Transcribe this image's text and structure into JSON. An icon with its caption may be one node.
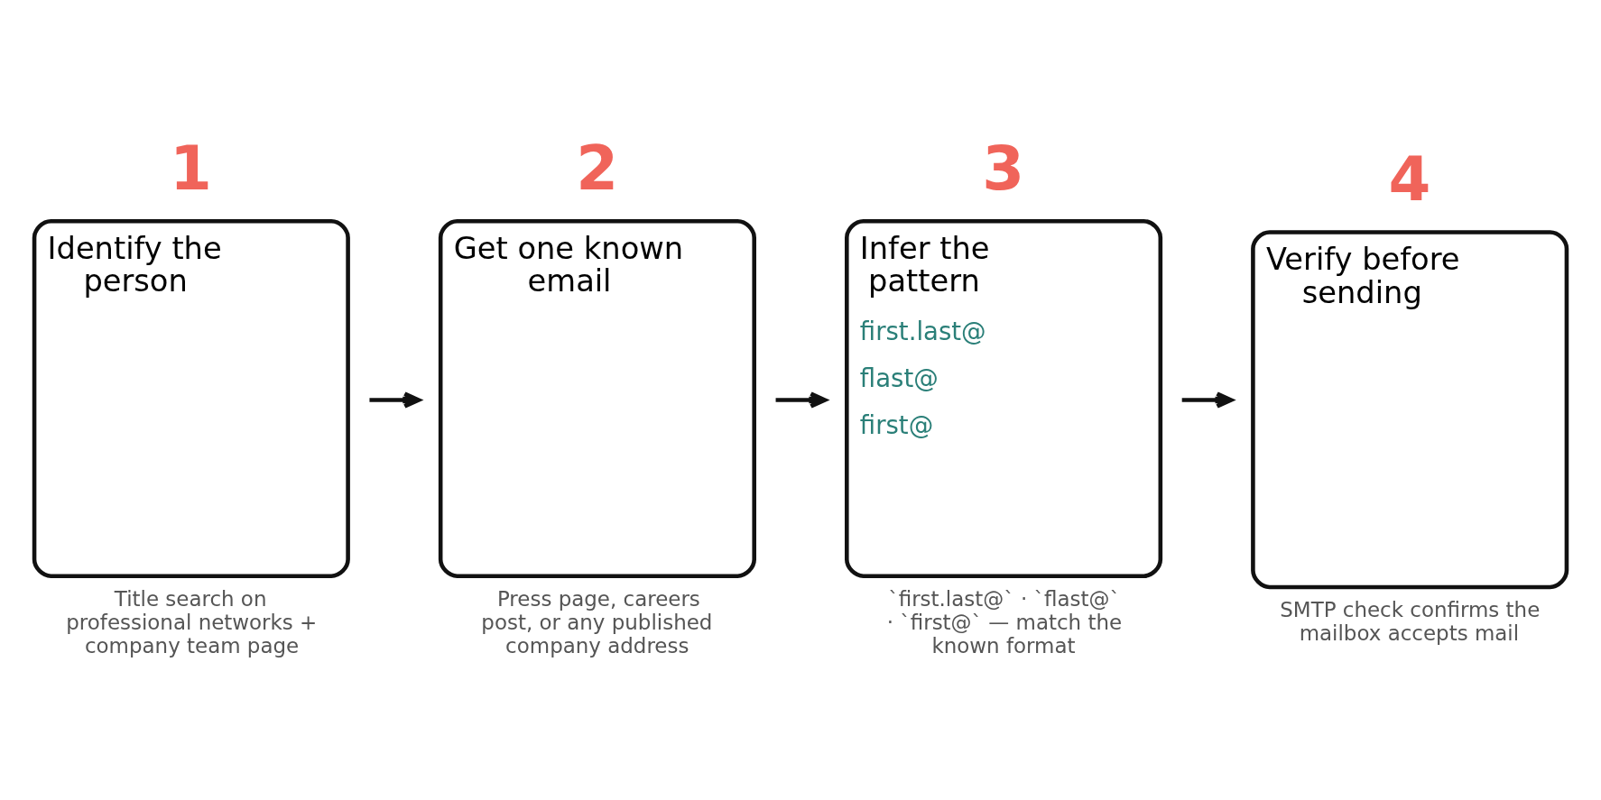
{
  "diagram": {
    "nodes": [
      {
        "text": [
          "Identify the person"
        ],
        "beside": [
          "1",
          "Title search on professional networks + company team page"
        ]
      },
      {
        "text": [
          "Get one known email"
        ],
        "beside": [
          "2",
          "Press page, careers post, or any published company address"
        ]
      },
      {
        "text": [
          "Infer the pattern",
          "first.last@",
          "flast@",
          "first@"
        ],
        "beside": [
          "3",
          "`first.last@` · `flast@` · `first@` — match the known format"
        ]
      },
      {
        "text": [
          "Verify before sending"
        ],
        "beside": [
          "4",
          "SMTP check confirms the mailbox accepts mail"
        ]
      }
    ],
    "edges": [
      {
        "from": 0,
        "to": 1,
        "arrow": "to"
      },
      {
        "from": 1,
        "to": 2,
        "arrow": "to"
      },
      {
        "from": 2,
        "to": 3,
        "arrow": "to"
      }
    ]
  }
}
